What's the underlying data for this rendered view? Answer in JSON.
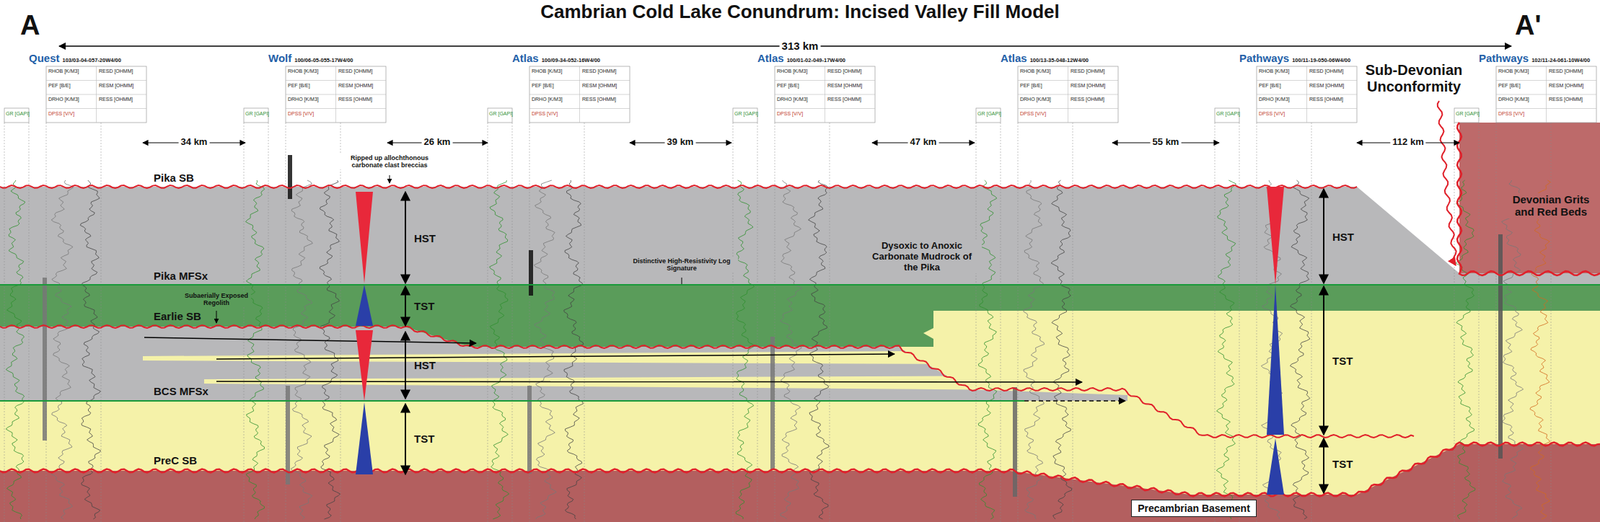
{
  "diagram": {
    "title": "Cambrian Cold Lake Conundrum: Incised Valley Fill Model",
    "nodes": [
      {
        "text": [
          "Quest",
          "103/03-04-057-20W4/00"
        ]
      },
      {
        "text": [
          "Wolf",
          "100/06-05-055-17W4/00"
        ]
      },
      {
        "text": [
          "Atlas",
          "100/09-34-052-16W4/00"
        ]
      },
      {
        "text": [
          "Atlas",
          "100/01-02-049-17W4/00"
        ]
      },
      {
        "text": [
          "Atlas",
          "100/13-35-048-12W4/00"
        ]
      },
      {
        "text": [
          "Pathways",
          "100/11-19-050-06W4/00"
        ]
      },
      {
        "text": [
          "Pathways",
          "102/11-24-061-10W4/00"
        ]
      },
      {
        "text": [
          "Precambrian Basement"
        ]
      }
    ],
    "labels": [
      "A",
      "A'",
      "313 km",
      "34 km",
      "26 km",
      "39 km",
      "47 km",
      "55 km",
      "112 km",
      "Sub-Devonian Unconformity",
      "Pika SB",
      "Pika MFSx",
      "Earlie SB",
      "BCS MFSx",
      "PreC SB",
      "Ripped up allochthonous carbonate clast breccias",
      "Subaerially Exposed Regolith",
      "HST",
      "TST",
      "HST",
      "TST",
      "Distinctive High-Resistivity Log Signature",
      "Dysoxic to Anoxic Carbonate Mudrock of the Pika",
      "HST",
      "TST",
      "TST",
      "Devonian Grits and Red Beds",
      "GR [GAPI]",
      "RHOB [K/M3]",
      "PEF [B/E]",
      "DRHO [K/M3]",
      "DPSS [V/V]",
      "RESD [OHMM]",
      "RESM [OHMM]",
      "RESS [OHMM]",
      "GR [GAPI]",
      "RHOB [K/M3]",
      "PEF [B/E]",
      "DRHO [K/M3]",
      "DPSS [V/V]",
      "RESD [OHMM]",
      "RESM [OHMM]",
      "RESS [OHMM]",
      "GR [GAPI]",
      "RHOB [K/M3]",
      "PEF [B/E]",
      "DRHO [K/M3]",
      "DPSS [V/V]",
      "RESD [OHMM]",
      "RESM [OHMM]",
      "RESS [OHMM]",
      "GR [GAPI]",
      "RHOB [K/M3]",
      "PEF [B/E]",
      "DRHO [K/M3]",
      "DPSS [V/V]",
      "RESD [OHMM]",
      "RESM [OHMM]",
      "RESS [OHMM]",
      "GR [GAPI]",
      "RHOB [K/M3]",
      "PEF [B/E]",
      "DRHO [K/M3]",
      "DPSS [V/V]",
      "RESD [OHMM]",
      "RESM [OHMM]",
      "RESS [OHMM]",
      "GR [GAPI]",
      "RHOB [K/M3]",
      "PEF [B/E]",
      "DRHO [K/M3]",
      "DPSS [V/V]",
      "RESD [OHMM]",
      "RESM [OHMM]",
      "RESS [OHMM]",
      "GR [GAPI]",
      "RHOB [K/M3]",
      "PEF [B/E]",
      "DRHO [K/M3]",
      "DPSS [V/V]",
      "RESD [OHMM]",
      "RESM [OHMM]",
      "RESS [OHMM]"
    ]
  }
}
